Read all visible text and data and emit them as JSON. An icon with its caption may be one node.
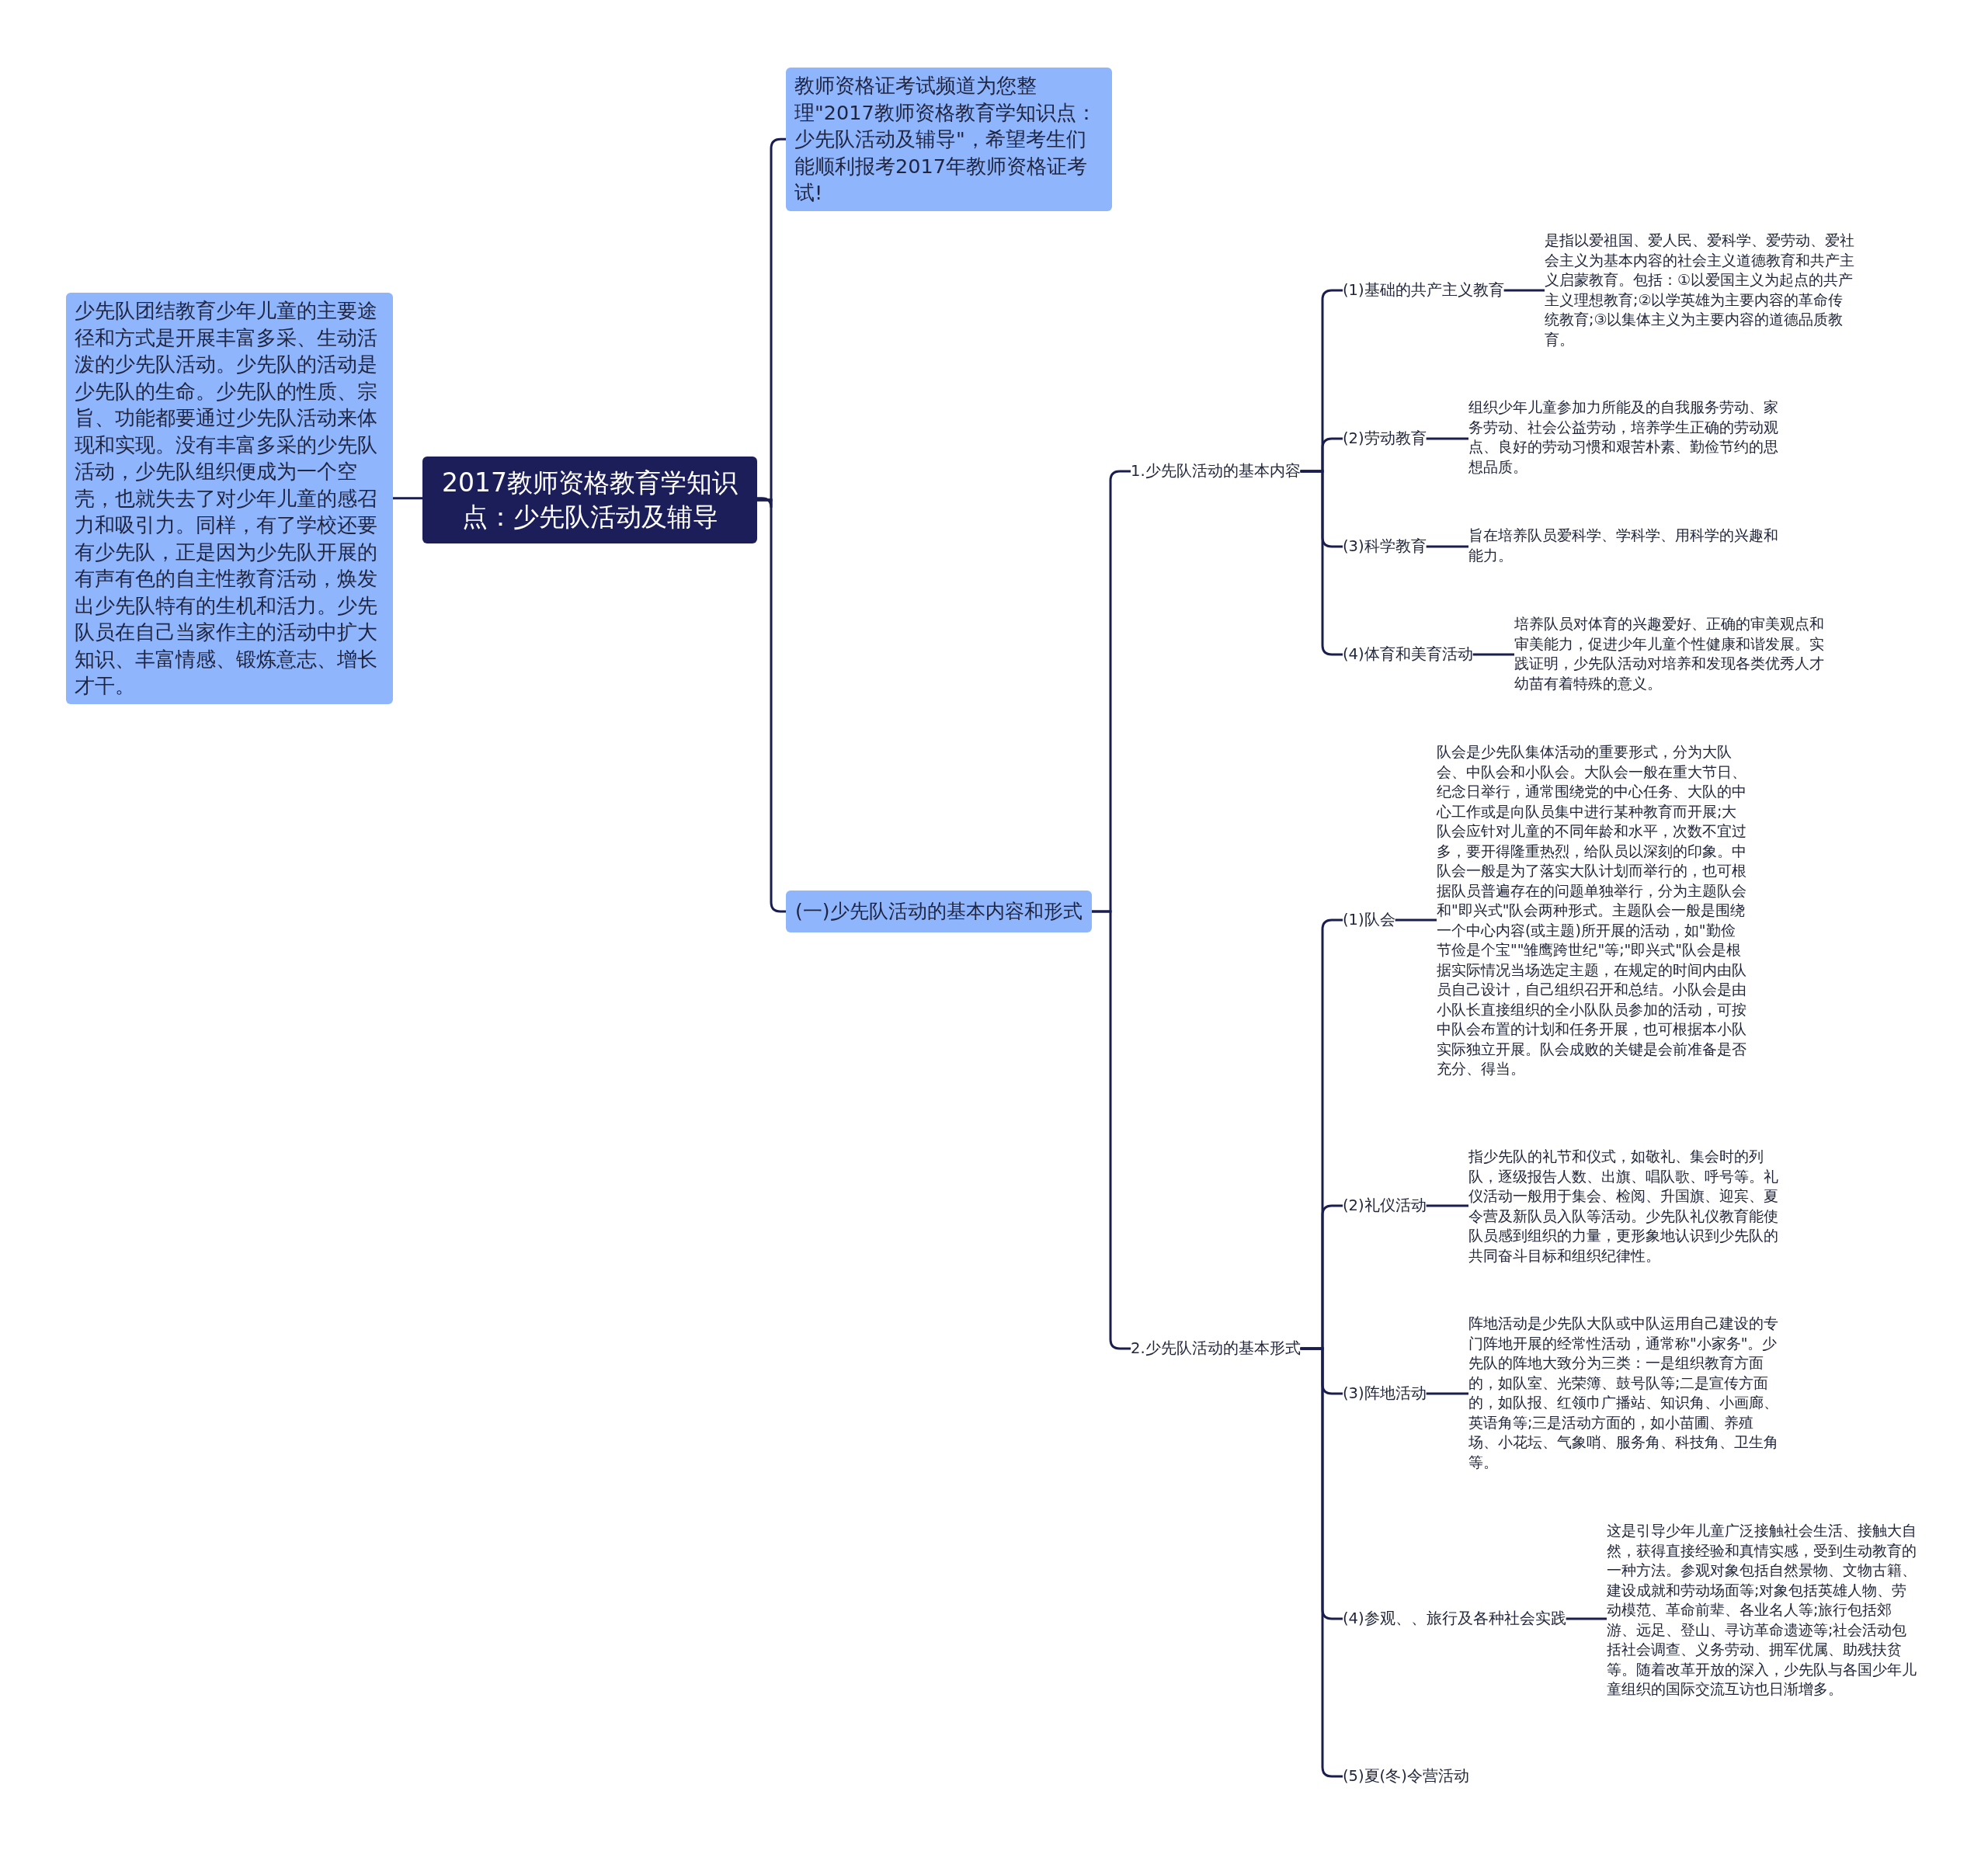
{
  "diagram": {
    "nodes": [
      {
        "text": [
          "2017教师资格教育学知识点：少先队活动及辅导"
        ]
      },
      {
        "text": [
          "少先队团结教育少年儿童的主要途径和方式是开展丰富多采、生动活泼的少先队活动。少先队的活动是少先队的生命。少先队的性质、宗旨、功能都要通过少先队活动来体现和实现。没有丰富多采的少先队活动，少先队组织便成为一个空壳，也就失去了对少年儿童的感召力和吸引力。同样，有了学校还要有少先队，正是因为少先队开展的有声有色的自主性教育活动，焕发出少先队特有的生机和活力。少先队员在自己当家作主的活动中扩大知识、丰富情感、锻炼意志、增长才干。"
        ]
      },
      {
        "text": [
          "教师资格证考试频道为您整理\"2017教师资格教育学知识点：少先队活动及辅导\"，希望考生们能顺利报考2017年教师资格证考试!"
        ]
      },
      {
        "text": [
          "(一)少先队活动的基本内容和形式"
        ]
      },
      {
        "text": [
          "1.少先队活动的基本内容"
        ]
      },
      {
        "text": [
          "(1)基础的共产主义教育"
        ]
      },
      {
        "text": [
          "是指以爱祖国、爱人民、爱科学、爱劳动、爱社会主义为基本内容的社会主义道德教育和共产主义启蒙教育。包括：①以爱国主义为起点的共产主义理想教育;②以学英雄为主要内容的革命传统教育;③以集体主义为主要内容的道德品质教育。"
        ]
      },
      {
        "text": [
          "(2)劳动教育"
        ]
      },
      {
        "text": [
          "组织少年儿童参加力所能及的自我服务劳动、家务劳动、社会公益劳动，培养学生正确的劳动观点、良好的劳动习惯和艰苦朴素、勤俭节约的思想品质。"
        ]
      },
      {
        "text": [
          "(3)科学教育"
        ]
      },
      {
        "text": [
          "旨在培养队员爱科学、学科学、用科学的兴趣和能力。"
        ]
      },
      {
        "text": [
          "(4)体育和美育活动"
        ]
      },
      {
        "text": [
          "培养队员对体育的兴趣爱好、正确的审美观点和审美能力，促进少年儿童个性健康和谐发展。实践证明，少先队活动对培养和发现各类优秀人才幼苗有着特殊的意义。"
        ]
      },
      {
        "text": [
          "2.少先队活动的基本形式"
        ]
      },
      {
        "text": [
          "(1)队会"
        ]
      },
      {
        "text": [
          "队会是少先队集体活动的重要形式，分为大队会、中队会和小队会。大队会一般在重大节日、纪念日举行，通常围绕党的中心任务、大队的中心工作或是向队员集中进行某种教育而开展;大队会应针对儿童的不同年龄和水平，次数不宜过多，要开得隆重热烈，给队员以深刻的印象。中队会一般是为了落实大队计划而举行的，也可根据队员普遍存在的问题单独举行，分为主题队会和\"即兴式\"队会两种形式。主题队会一般是围绕一个中心内容(或主题)所开展的活动，如\"勤俭节俭是个宝\"\"雏鹰跨世纪\"等;\"即兴式\"队会是根据实际情况当场选定主题，在规定的时间内由队员自己设计，自己组织召开和总结。小队会是由小队长直接组织的全小队队员参加的活动，可按中队会布置的计划和任务开展，也可根据本小队实际独立开展。队会成败的关键是会前准备是否充分、得当。"
        ]
      },
      {
        "text": [
          "(2)礼仪活动"
        ]
      },
      {
        "text": [
          "指少先队的礼节和仪式，如敬礼、集会时的列队，逐级报告人数、出旗、唱队歌、呼号等。礼仪活动一般用于集会、检阅、升国旗、迎宾、夏令营及新队员入队等活动。少先队礼仪教育能使队员感到组织的力量，更形象地认识到少先队的共同奋斗目标和组织纪律性。"
        ]
      },
      {
        "text": [
          "(3)阵地活动"
        ]
      },
      {
        "text": [
          "阵地活动是少先队大队或中队运用自己建设的专门阵地开展的经常性活动，通常称\"小家务\"。少先队的阵地大致分为三类：一是组织教育方面的，如队室、光荣簿、鼓号队等;二是宣传方面的，如队报、红领巾广播站、知识角、小画廊、英语角等;三是活动方面的，如小苗圃、养殖场、小花坛、气象哨、服务角、科技角、卫生角等。"
        ]
      },
      {
        "text": [
          "(4)参观、、旅行及各种社会实践"
        ]
      },
      {
        "text": [
          "这是引导少年儿童广泛接触社会生活、接触大自然，获得直接经验和真情实感，受到生动教育的一种方法。参观对象包括自然景物、文物古籍、建设成就和劳动场面等;对象包括英雄人物、劳动模范、革命前辈、各业名人等;旅行包括郊游、远足、登山、寻访革命遗迹等;社会活动包括社会调查、义务劳动、拥军优属、助残扶贫等。随着改革开放的深入，少先队与各国少年儿童组织的国际交流互访也日渐增多。"
        ]
      },
      {
        "text": [
          "(5)夏(冬)令营活动"
        ]
      }
    ],
    "edges": [
      {
        "from": 0,
        "to": 1,
        "arrow": "none"
      },
      {
        "from": 0,
        "to": 2,
        "arrow": "none"
      },
      {
        "from": 0,
        "to": 3,
        "arrow": "none"
      },
      {
        "from": 3,
        "to": 4,
        "arrow": "none"
      },
      {
        "from": 3,
        "to": 13,
        "arrow": "none"
      },
      {
        "from": 4,
        "to": 5,
        "arrow": "none"
      },
      {
        "from": 4,
        "to": 7,
        "arrow": "none"
      },
      {
        "from": 4,
        "to": 9,
        "arrow": "none"
      },
      {
        "from": 4,
        "to": 11,
        "arrow": "none"
      },
      {
        "from": 5,
        "to": 6,
        "arrow": "none"
      },
      {
        "from": 7,
        "to": 8,
        "arrow": "none"
      },
      {
        "from": 9,
        "to": 10,
        "arrow": "none"
      },
      {
        "from": 11,
        "to": 12,
        "arrow": "none"
      },
      {
        "from": 13,
        "to": 14,
        "arrow": "none"
      },
      {
        "from": 13,
        "to": 16,
        "arrow": "none"
      },
      {
        "from": 13,
        "to": 18,
        "arrow": "none"
      },
      {
        "from": 13,
        "to": 20,
        "arrow": "none"
      },
      {
        "from": 13,
        "to": 22,
        "arrow": "none"
      },
      {
        "from": 14,
        "to": 15,
        "arrow": "none"
      },
      {
        "from": 16,
        "to": 17,
        "arrow": "none"
      },
      {
        "from": 18,
        "to": 19,
        "arrow": "none"
      },
      {
        "from": 20,
        "to": 21,
        "arrow": "none"
      }
    ]
  }
}
